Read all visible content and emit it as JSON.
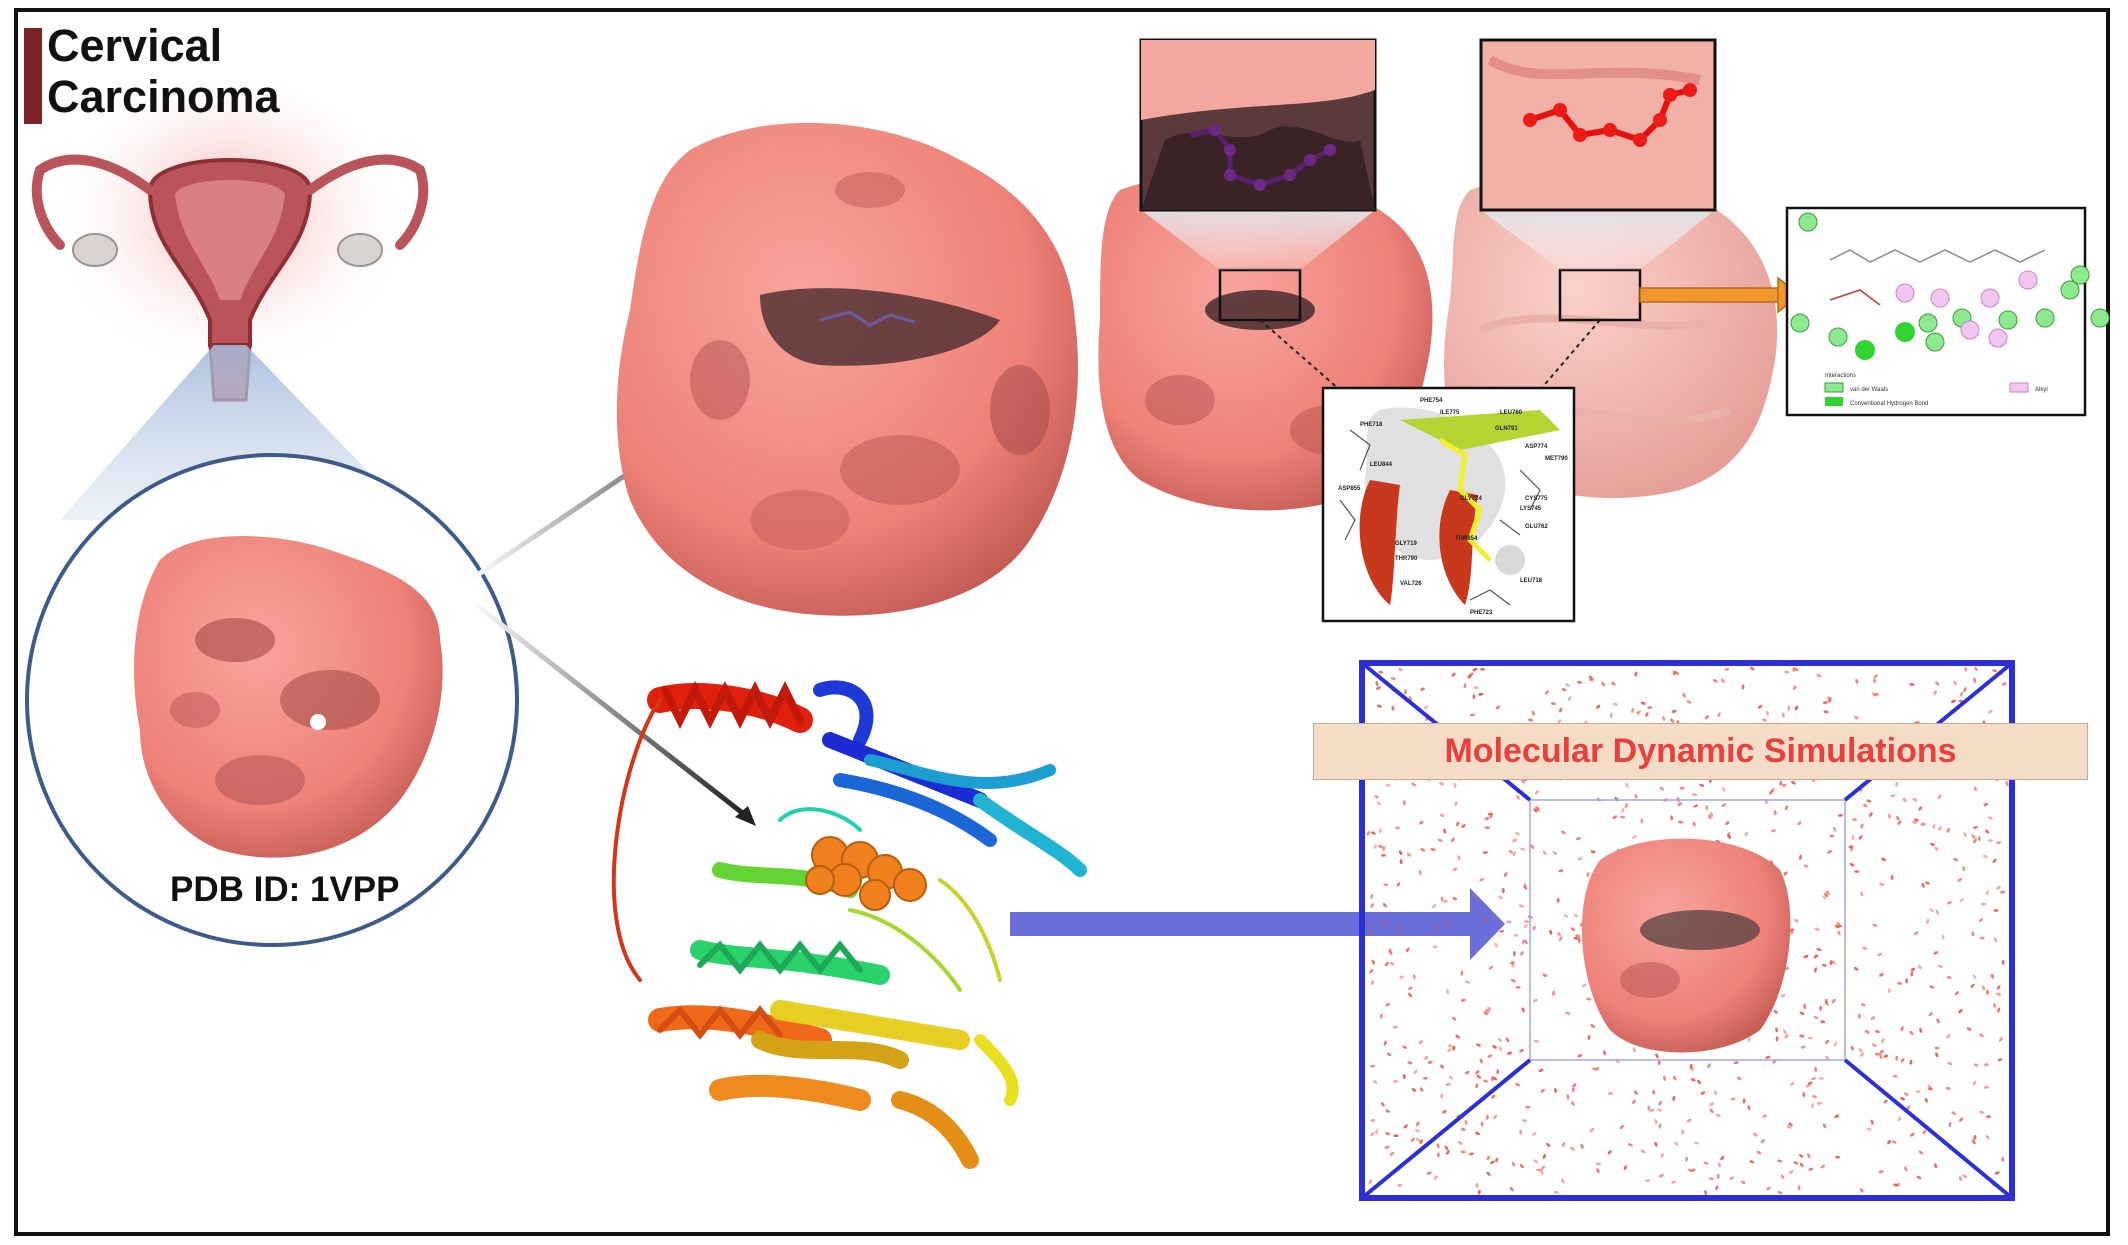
{
  "title": {
    "line1": "Cervical",
    "line2": "Carcinoma"
  },
  "pdb_label": "PDB ID: 1VPP",
  "md_label": "Molecular Dynamic Simulations",
  "interaction_legend": {
    "heading": "Interactions",
    "items": [
      "van der Waals",
      "Conventional Hydrogen Bond",
      "Alkyl"
    ]
  },
  "residue_labels": [
    "PHE754",
    "ILE775",
    "LEU760",
    "GLN791",
    "PHE718",
    "ASP774",
    "MET790",
    "LEU844",
    "LYS745",
    "CYS775",
    "ASP855",
    "GLU762",
    "THR854",
    "GLY719",
    "THR790",
    "GLY724",
    "VAL726",
    "LEU718",
    "PHE723"
  ],
  "colors": {
    "protein_surface": "#f08a80",
    "frame_title_bar": "#7a2226",
    "arrow_blue": "#6b6ed8",
    "arrow_orange": "#f0962c",
    "md_box": "#2c2fd6",
    "md_text": "#e8403f"
  },
  "icons": [
    "uterus-icon",
    "lens-circle",
    "arrow-icon"
  ]
}
